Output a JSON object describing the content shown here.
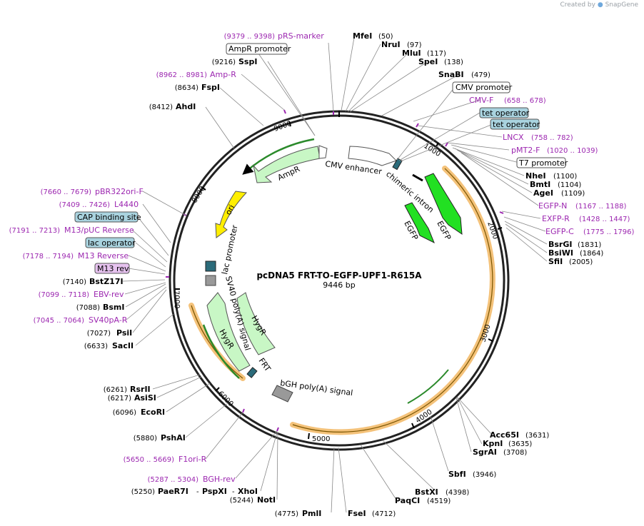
{
  "credit": "Created by",
  "brand": "SnapGene",
  "plasmid": {
    "name": "pcDNA5 FRT-TO-EGFP-UPF1-R615A",
    "size": "9446 bp"
  },
  "colors": {
    "primer": "#9c27b0",
    "feature_green": "#c8f7c5",
    "egfp": "#22e022",
    "yellow": "#ffee00",
    "orf": "#f4b451",
    "box_blue": "#a9d3df",
    "box_purple": "#e6c2ef"
  },
  "ticks": [
    "1000",
    "2000",
    "3000",
    "4000",
    "5000",
    "6000",
    "7000",
    "8000",
    "9000"
  ],
  "features_on_map": {
    "cmv_enhancer": "CMV enhancer",
    "chimeric_intron": "chimeric intron",
    "egfp_1": "EGFP",
    "egfp_2": "EGFP",
    "ampr": "AmpR",
    "ori": "ori",
    "lac_promoter": "lac promoter",
    "sv40": "SV40 poly(A) signal",
    "hygr_1": "HygR",
    "hygr_2": "HygR",
    "frt": "FRT",
    "bgh": "bGH poly(A) signal"
  },
  "labels": {
    "pRS": {
      "pos": "(9379 .. 9398)",
      "name": "pRS-marker"
    },
    "MfeI": {
      "name": "MfeI",
      "pos": "(50)"
    },
    "NruI": {
      "name": "NruI",
      "pos": "(97)"
    },
    "MluI": {
      "name": "MluI",
      "pos": "(117)"
    },
    "SpeI": {
      "name": "SpeI",
      "pos": "(138)"
    },
    "SnaBI": {
      "name": "SnaBI",
      "pos": "(479)"
    },
    "AmpRprom": {
      "name": "AmpR promoter"
    },
    "SspI": {
      "pos": "(9216)",
      "name": "SspI"
    },
    "AmpR": {
      "pos": "(8962 .. 8981)",
      "name": "Amp-R"
    },
    "FspI": {
      "pos": "(8634)",
      "name": "FspI"
    },
    "AhdI": {
      "pos": "(8412)",
      "name": "AhdI"
    },
    "CMVprom": {
      "name": "CMV promoter"
    },
    "CMVF": {
      "name": "CMV-F",
      "pos": "(658 .. 678)"
    },
    "tet1": {
      "name": "tet operator"
    },
    "tet2": {
      "name": "tet operator"
    },
    "LNCX": {
      "name": "LNCX",
      "pos": "(758 .. 782)"
    },
    "pMT2F": {
      "name": "pMT2-F",
      "pos": "(1020 .. 1039)"
    },
    "T7": {
      "name": "T7 promoter"
    },
    "NheI": {
      "name": "NheI",
      "pos": "(1100)"
    },
    "BmtI": {
      "name": "BmtI",
      "pos": "(1104)"
    },
    "AgeI": {
      "name": "AgeI",
      "pos": "(1109)"
    },
    "EGFPN": {
      "name": "EGFP-N",
      "pos": "(1167 .. 1188)"
    },
    "EXFPR": {
      "name": "EXFP-R",
      "pos": "(1428 .. 1447)"
    },
    "EGFPC": {
      "name": "EGFP-C",
      "pos": "(1775 .. 1796)"
    },
    "BsrGI": {
      "name": "BsrGI",
      "pos": "(1831)"
    },
    "BsiWI": {
      "name": "BsiWI",
      "pos": "(1864)"
    },
    "SfiI": {
      "name": "SfiI",
      "pos": "(2005)"
    },
    "pBR322": {
      "pos": "(7660 .. 7679)",
      "name": "pBR322ori-F"
    },
    "L4440": {
      "pos": "(7409 .. 7426)",
      "name": "L4440"
    },
    "CAP": {
      "name": "CAP binding site"
    },
    "M13pUC": {
      "pos": "(7191 .. 7213)",
      "name": "M13/pUC Reverse"
    },
    "lacop": {
      "name": "lac operator"
    },
    "M13Rev": {
      "pos": "(7178 .. 7194)",
      "name": "M13 Reverse"
    },
    "M13rev": {
      "name": "M13 rev"
    },
    "BstZ17I": {
      "pos": "(7140)",
      "name": "BstZ17I"
    },
    "EBV": {
      "pos": "(7099 .. 7118)",
      "name": "EBV-rev"
    },
    "BsmI": {
      "pos": "(7088)",
      "name": "BsmI"
    },
    "SV40pA": {
      "pos": "(7045 .. 7064)",
      "name": "SV40pA-R"
    },
    "PsiI": {
      "pos": "(7027)",
      "name": "PsiI"
    },
    "SacII": {
      "pos": "(6633)",
      "name": "SacII"
    },
    "RsrII": {
      "pos": "(6261)",
      "name": "RsrII"
    },
    "AsiSI": {
      "pos": "(6217)",
      "name": "AsiSI"
    },
    "EcoRI": {
      "pos": "(6096)",
      "name": "EcoRI"
    },
    "PshAI": {
      "pos": "(5880)",
      "name": "PshAI"
    },
    "F1ori": {
      "pos": "(5650 .. 5669)",
      "name": "F1ori-R"
    },
    "BGH": {
      "pos": "(5287 .. 5304)",
      "name": "BGH-rev"
    },
    "PaeR7I": {
      "pos": "(5250)",
      "name": "PaeR7I",
      "sep1": "-",
      "name2": "PspXI",
      "sep2": "-",
      "name3": "XhoI"
    },
    "NotI": {
      "pos": "(5244)",
      "name": "NotI"
    },
    "PmlI": {
      "pos": "(4775)",
      "name": "PmlI"
    },
    "FseI": {
      "name": "FseI",
      "pos": "(4712)"
    },
    "PaqCI": {
      "name": "PaqCI",
      "pos": "(4519)"
    },
    "BstXI": {
      "name": "BstXI",
      "pos": "(4398)"
    },
    "SbfI": {
      "name": "SbfI",
      "pos": "(3946)"
    },
    "SgrAI": {
      "name": "SgrAI",
      "pos": "(3708)"
    },
    "KpnI": {
      "name": "KpnI",
      "pos": "(3635)"
    },
    "Acc65I": {
      "name": "Acc65I",
      "pos": "(3631)"
    }
  }
}
